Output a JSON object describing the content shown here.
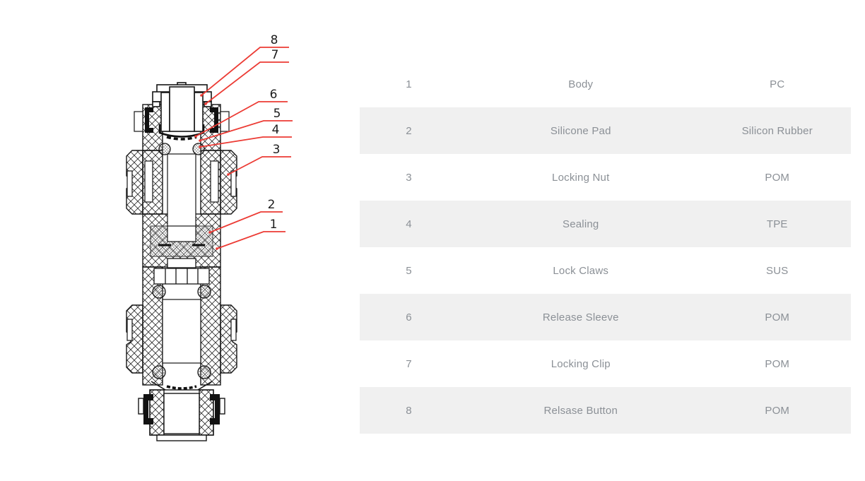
{
  "diagram": {
    "title": "pneumatic union fitting cross-section",
    "callouts": [
      {
        "label": "8"
      },
      {
        "label": "7"
      },
      {
        "label": "6"
      },
      {
        "label": "5"
      },
      {
        "label": "4"
      },
      {
        "label": "3"
      },
      {
        "label": "2"
      },
      {
        "label": "1"
      }
    ]
  },
  "table": {
    "rows": [
      {
        "num": "1",
        "name": "Body",
        "material": "PC"
      },
      {
        "num": "2",
        "name": "Silicone Pad",
        "material": "Silicon Rubber"
      },
      {
        "num": "3",
        "name": "Locking Nut",
        "material": "POM"
      },
      {
        "num": "4",
        "name": "Sealing",
        "material": "TPE"
      },
      {
        "num": "5",
        "name": "Lock Claws",
        "material": "SUS"
      },
      {
        "num": "6",
        "name": "Release Sleeve",
        "material": "POM"
      },
      {
        "num": "7",
        "name": "Locking Clip",
        "material": "POM"
      },
      {
        "num": "8",
        "name": "Relsase Button",
        "material": "POM"
      }
    ]
  },
  "colors": {
    "leader_red": "#ec3b34",
    "line_black": "#161616",
    "row_stripe": "#f0f0f0",
    "table_text": "#8b9096"
  }
}
